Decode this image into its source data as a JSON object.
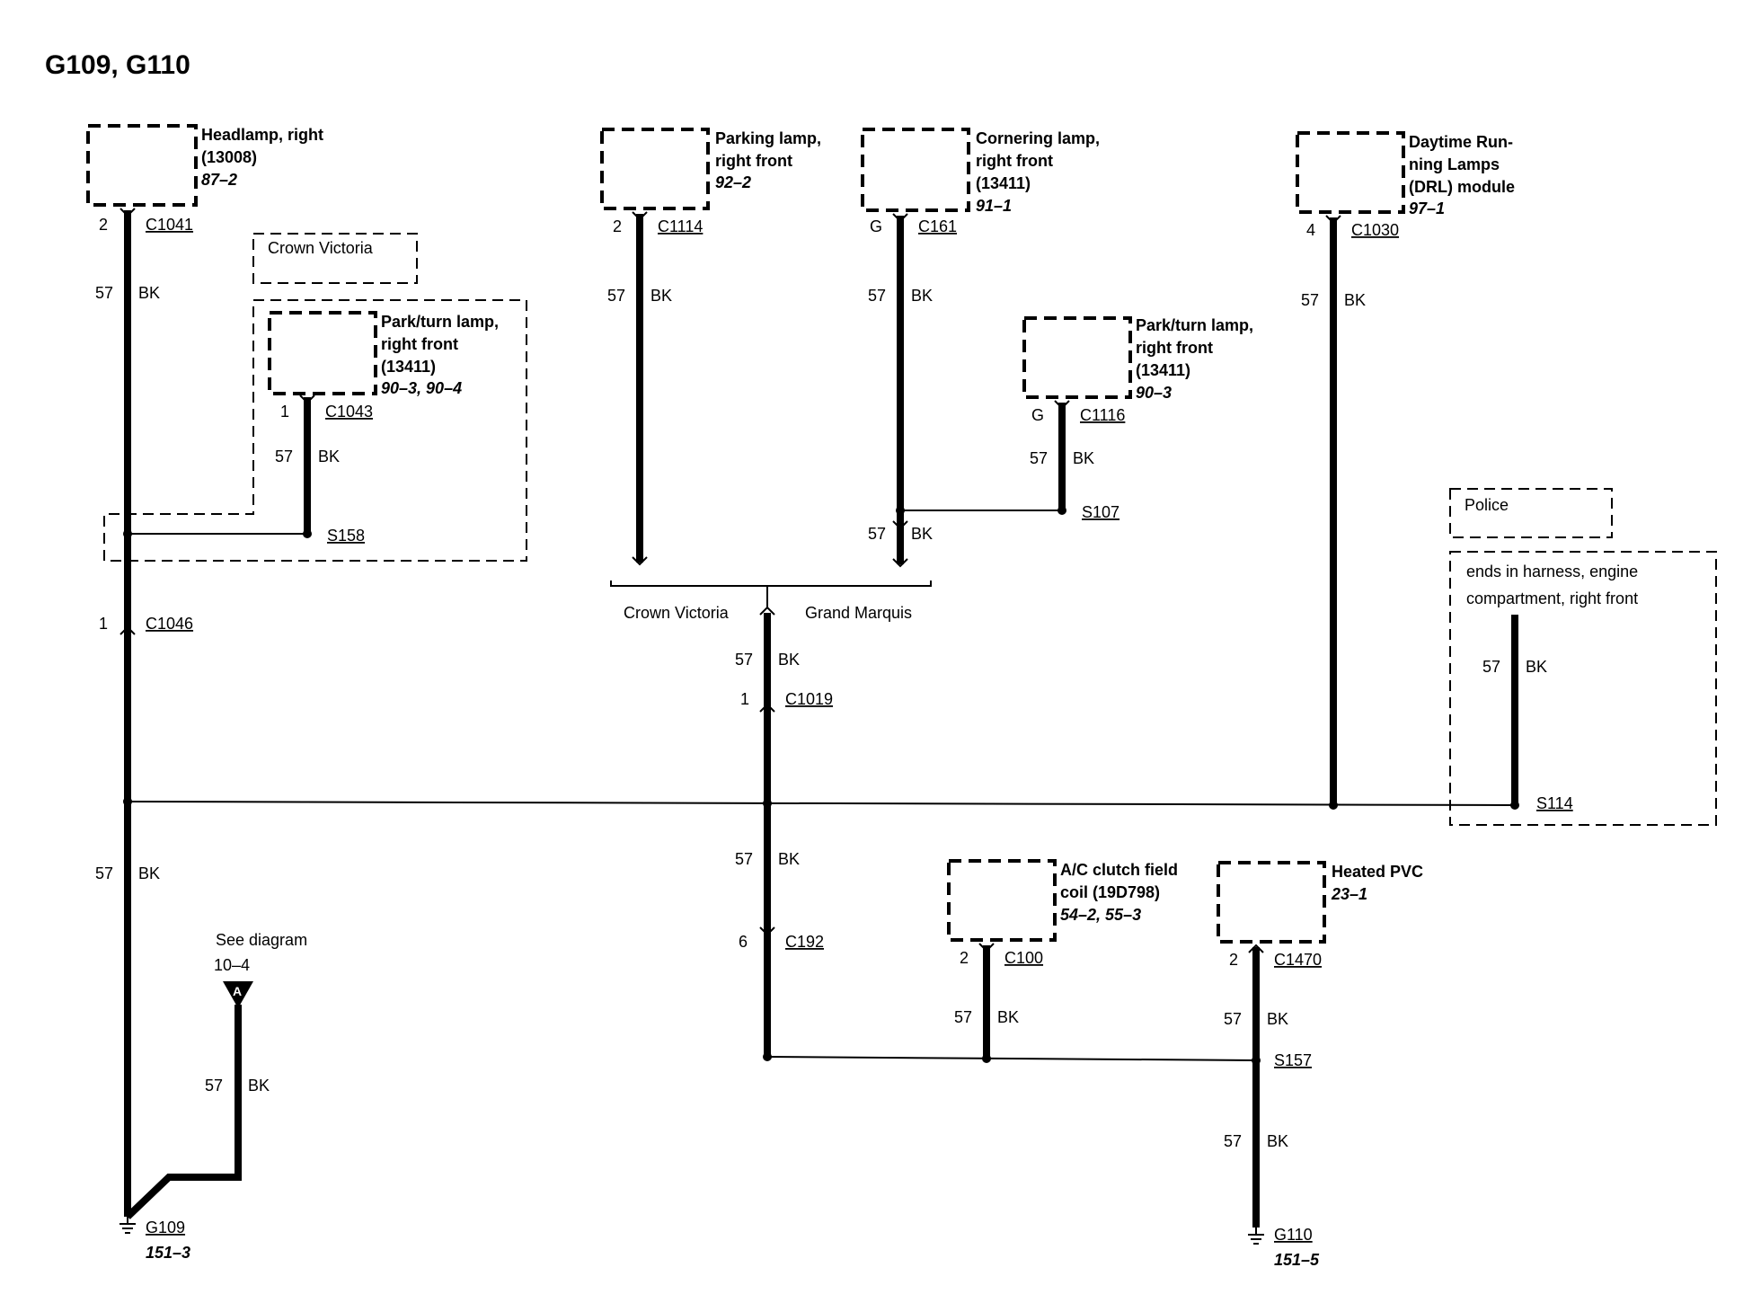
{
  "title": "G109, G110",
  "wire": {
    "gauge": "57",
    "color": "BK"
  },
  "components": {
    "headlamp": {
      "name_line1": "Headlamp, right",
      "name_line2": "(13008)",
      "ref": "87–2",
      "pin": "2",
      "connector": "C1041"
    },
    "park_turn_cv": {
      "name_line1": "Park/turn lamp,",
      "name_line2": "right front",
      "name_line3": "(13411)",
      "ref": "90–3, 90–4",
      "pin": "1",
      "connector": "C1043"
    },
    "parking_lamp": {
      "name_line1": "Parking lamp,",
      "name_line2": "right front",
      "ref": "92–2",
      "pin": "2",
      "connector": "C1114"
    },
    "cornering_lamp": {
      "name_line1": "Cornering lamp,",
      "name_line2": "right front",
      "name_line3": "(13411)",
      "ref": "91–1",
      "pin": "G",
      "connector": "C161"
    },
    "park_turn_gm": {
      "name_line1": "Park/turn lamp,",
      "name_line2": "right front",
      "name_line3": "(13411)",
      "ref": "90–3",
      "pin": "G",
      "connector": "C1116"
    },
    "drl": {
      "name_line1": "Daytime Run-",
      "name_line2": "ning Lamps",
      "name_line3": "(DRL) module",
      "ref": "97–1",
      "pin": "4",
      "connector": "C1030"
    },
    "ac_clutch": {
      "name_line1": "A/C clutch field",
      "name_line2": "coil (19D798)",
      "ref": "54–2, 55–3",
      "pin": "2",
      "connector": "C100"
    },
    "heated_pvc": {
      "name_line1": "Heated PVC",
      "ref": "23–1",
      "pin": "2",
      "connector": "C1470"
    }
  },
  "inline_connectors": {
    "c1046": {
      "pin": "1",
      "name": "C1046"
    },
    "c1019": {
      "pin": "1",
      "name": "C1019"
    },
    "c192": {
      "pin": "6",
      "name": "C192"
    }
  },
  "splices": {
    "s158": "S158",
    "s107": "S107",
    "s114": "S114",
    "s157": "S157"
  },
  "options": {
    "crown_victoria": "Crown Victoria",
    "grand_marquis": "Grand Marquis",
    "police": "Police",
    "police_note_line1": "ends in harness, engine",
    "police_note_line2": "compartment, right front"
  },
  "reference": {
    "see_diagram": "See diagram",
    "diagram_ref": "10–4",
    "marker": "A"
  },
  "grounds": {
    "g109": {
      "name": "G109",
      "ref": "151–3"
    },
    "g110": {
      "name": "G110",
      "ref": "151–5"
    }
  }
}
